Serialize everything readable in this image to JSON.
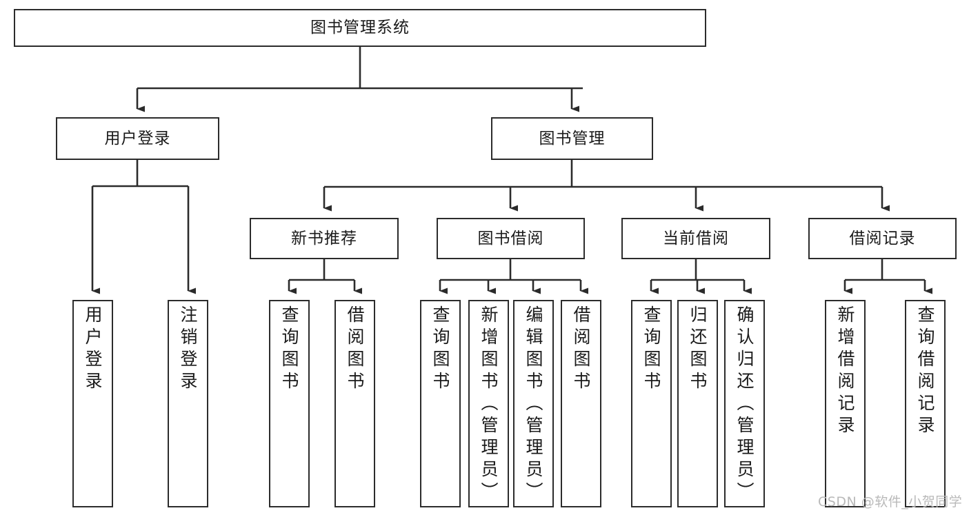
{
  "diagram": {
    "title": "图书管理系统",
    "type": "function-hierarchy-tree",
    "levels": 4,
    "root": {
      "id": "root",
      "label": "图书管理系统",
      "orientation": "horizontal"
    },
    "level2": [
      {
        "id": "user-login",
        "label": "用户登录",
        "orientation": "horizontal"
      },
      {
        "id": "book-management",
        "label": "图书管理",
        "orientation": "horizontal"
      }
    ],
    "level3": [
      {
        "id": "new-book-recommend",
        "label": "新书推荐",
        "orientation": "horizontal",
        "parent": "book-management"
      },
      {
        "id": "book-borrow",
        "label": "图书借阅",
        "orientation": "horizontal",
        "parent": "book-management"
      },
      {
        "id": "current-borrow",
        "label": "当前借阅",
        "orientation": "horizontal",
        "parent": "book-management"
      },
      {
        "id": "borrow-record",
        "label": "借阅记录",
        "orientation": "horizontal",
        "parent": "book-management"
      }
    ],
    "leaves": {
      "user_login": [
        {
          "id": "leaf-user-login",
          "label": "用户登录"
        },
        {
          "id": "leaf-user-logout",
          "label": "注销登录"
        }
      ],
      "new_book_recommend": [
        {
          "id": "leaf-query-book-1",
          "label": "查询图书"
        },
        {
          "id": "leaf-borrow-book-1",
          "label": "借阅图书"
        }
      ],
      "book_borrow": [
        {
          "id": "leaf-query-book-2",
          "label": "查询图书"
        },
        {
          "id": "leaf-add-book",
          "label": "新增图书（管理员）"
        },
        {
          "id": "leaf-edit-book",
          "label": "编辑图书（管理员）"
        },
        {
          "id": "leaf-borrow-book-2",
          "label": "借阅图书"
        }
      ],
      "current_borrow": [
        {
          "id": "leaf-query-book-3",
          "label": "查询图书"
        },
        {
          "id": "leaf-return-book",
          "label": "归还图书"
        },
        {
          "id": "leaf-confirm-return",
          "label": "确认归还（管理员）"
        }
      ],
      "borrow_record": [
        {
          "id": "leaf-add-record",
          "label": "新增借阅记录"
        },
        {
          "id": "leaf-query-record",
          "label": "查询借阅记录"
        }
      ]
    },
    "colors": {
      "stroke": "#2b2b2b",
      "fill": "#ffffff",
      "text": "#1a1a1a",
      "watermark": "#b9b9b9"
    }
  },
  "watermark": {
    "text": "CSDN @软件_小贺同学"
  }
}
